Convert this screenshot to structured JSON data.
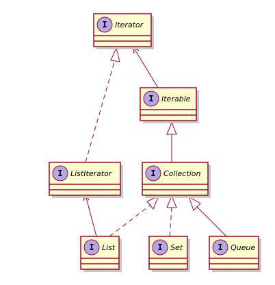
{
  "colors": {
    "box_fill": "#FEFECE",
    "box_stroke": "#A80036",
    "badge_fill": "#B4A7E5",
    "line": "#A80036",
    "shadow": "#C9C9C9"
  },
  "stereotype_letter": "I",
  "interfaces": {
    "iterator": {
      "name": "Iterator"
    },
    "iterable": {
      "name": "Iterable"
    },
    "list_iterator": {
      "name": "ListIterator"
    },
    "collection": {
      "name": "Collection"
    },
    "list": {
      "name": "List"
    },
    "set": {
      "name": "Set"
    },
    "queue": {
      "name": "Queue"
    }
  },
  "relations": [
    {
      "from": "list_iterator",
      "to": "iterator",
      "kind": "realization"
    },
    {
      "from": "iterable",
      "to": "iterator",
      "kind": "association"
    },
    {
      "from": "collection",
      "to": "iterable",
      "kind": "generalization"
    },
    {
      "from": "list",
      "to": "list_iterator",
      "kind": "association"
    },
    {
      "from": "list",
      "to": "collection",
      "kind": "realization"
    },
    {
      "from": "set",
      "to": "collection",
      "kind": "realization"
    },
    {
      "from": "queue",
      "to": "collection",
      "kind": "generalization"
    }
  ]
}
